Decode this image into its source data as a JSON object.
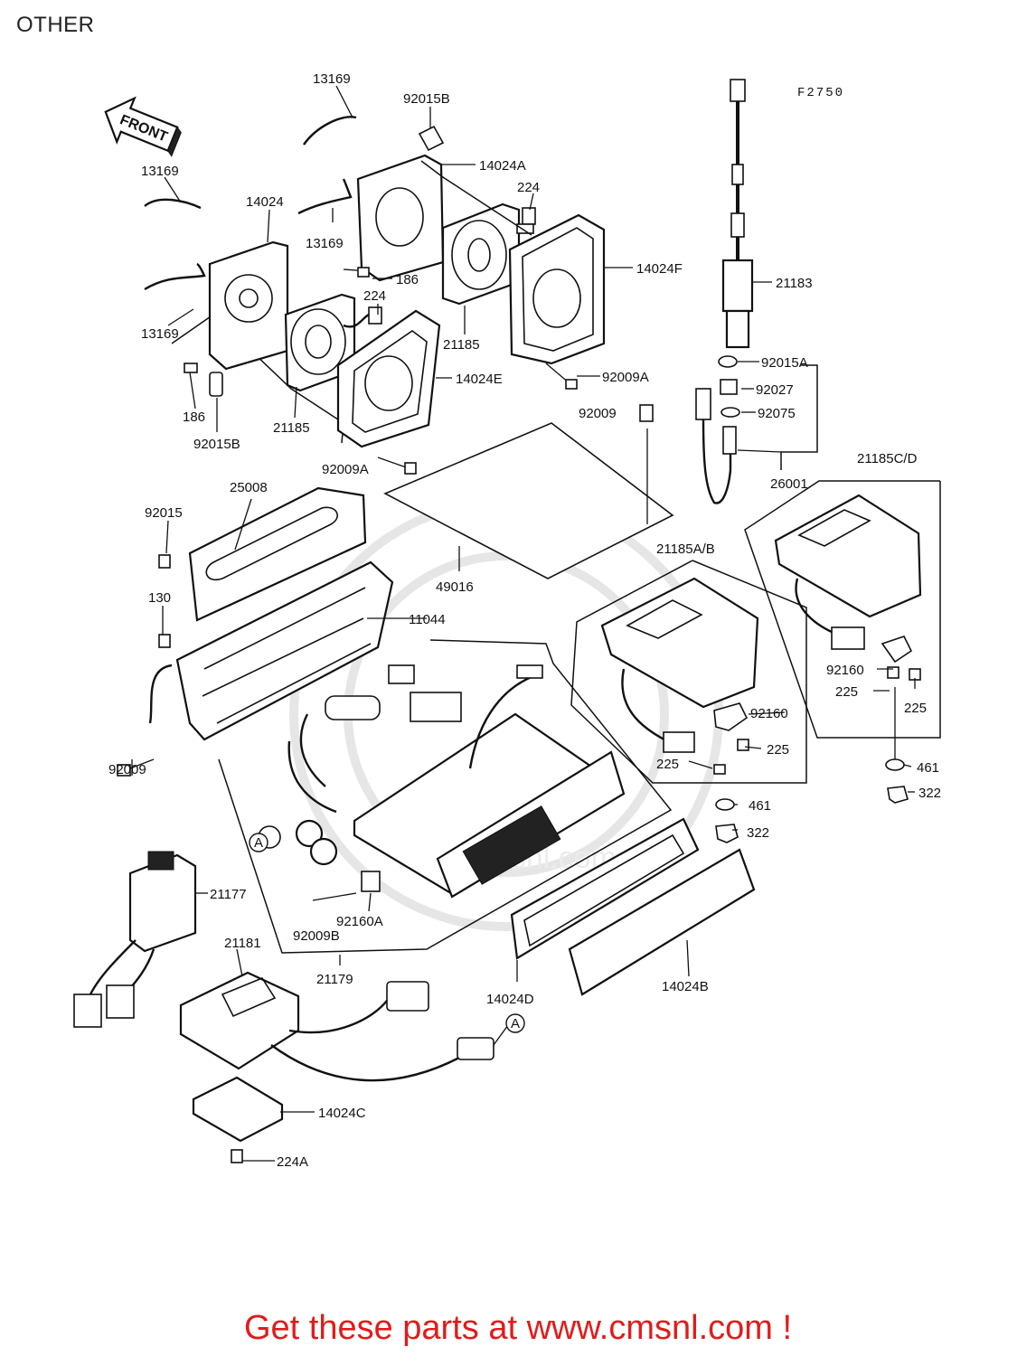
{
  "page": {
    "title": "OTHER"
  },
  "figure": {
    "code": "F2750",
    "front_label": "FRONT"
  },
  "callouts": {
    "c13169a": "13169",
    "c92015b_top": "92015B",
    "c14024a": "14024A",
    "c13169b": "13169",
    "c14024": "14024",
    "c224a": "224",
    "c13169c": "13169",
    "c186a": "186",
    "c14024f": "14024F",
    "c224b": "224",
    "c21183": "21183",
    "c13169d": "13169",
    "c21185a": "21185",
    "c92015a": "92015A",
    "c14024e": "14024E",
    "c92009a_a": "92009A",
    "c92027": "92027",
    "c186b": "186",
    "c92009a": "92009",
    "c92075": "92075",
    "c21185b": "21185",
    "c92015b_bot": "92015B",
    "c92009a_b": "92009A",
    "c26001": "26001",
    "c21185cd": "21185C/D",
    "c25008": "25008",
    "c92015": "92015",
    "c49016": "49016",
    "c21185ab": "21185A/B",
    "c130": "130",
    "c11044": "11044",
    "c92160a": "92160",
    "c225a": "225",
    "c225b": "225",
    "c92160b": "92160",
    "c225c": "225",
    "c225d": "225",
    "c461a": "461",
    "c92009b": "92009",
    "c461b": "461",
    "c322a": "322",
    "c322b": "322",
    "c21177": "21177",
    "c92160A": "92160A",
    "c92009B": "92009B",
    "c21181": "21181",
    "c21179": "21179",
    "c14024d": "14024D",
    "c14024b": "14024B",
    "c14024c": "14024C",
    "c224A": "224A",
    "markerA1": "A",
    "markerA2": "A"
  },
  "watermark": {
    "text": "www.cmsnl.com"
  },
  "footer": {
    "text": "Get these parts at www.cmsnl.com !",
    "color": "#e01c1c"
  }
}
